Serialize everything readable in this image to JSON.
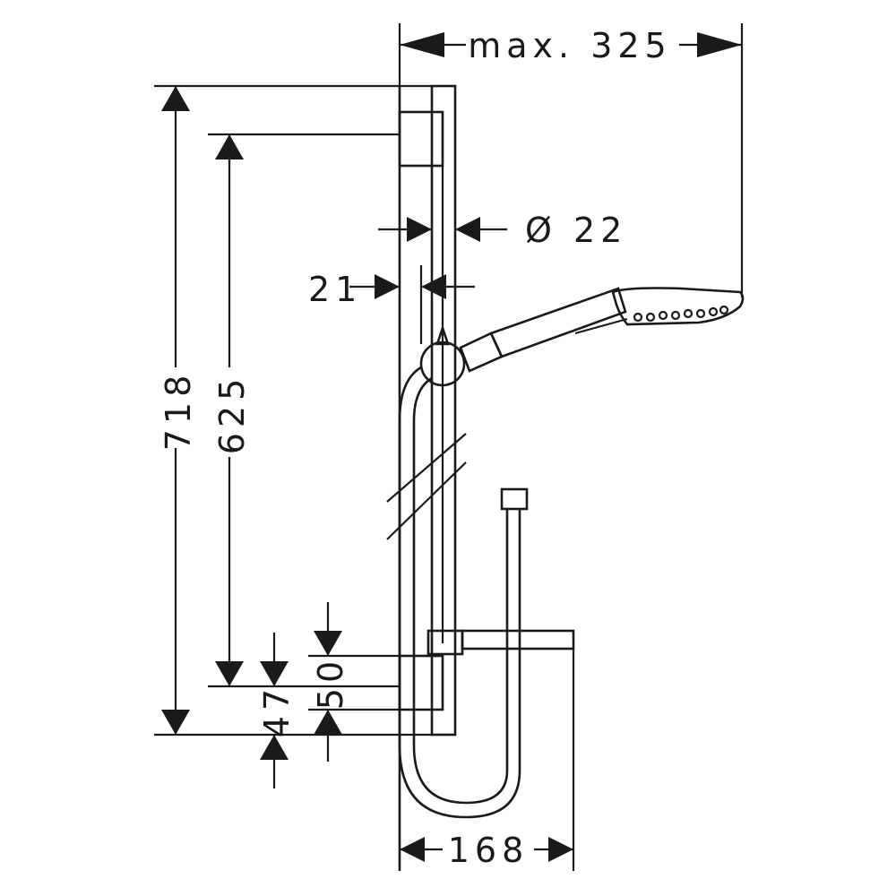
{
  "dimensions": {
    "max_width": "max. 325",
    "total_height": "718",
    "rail_height": "625",
    "diameter": "Ø 22",
    "wall_offset": "21",
    "bracket_50": "50",
    "bracket_47": "47",
    "shelf_width": "168"
  }
}
